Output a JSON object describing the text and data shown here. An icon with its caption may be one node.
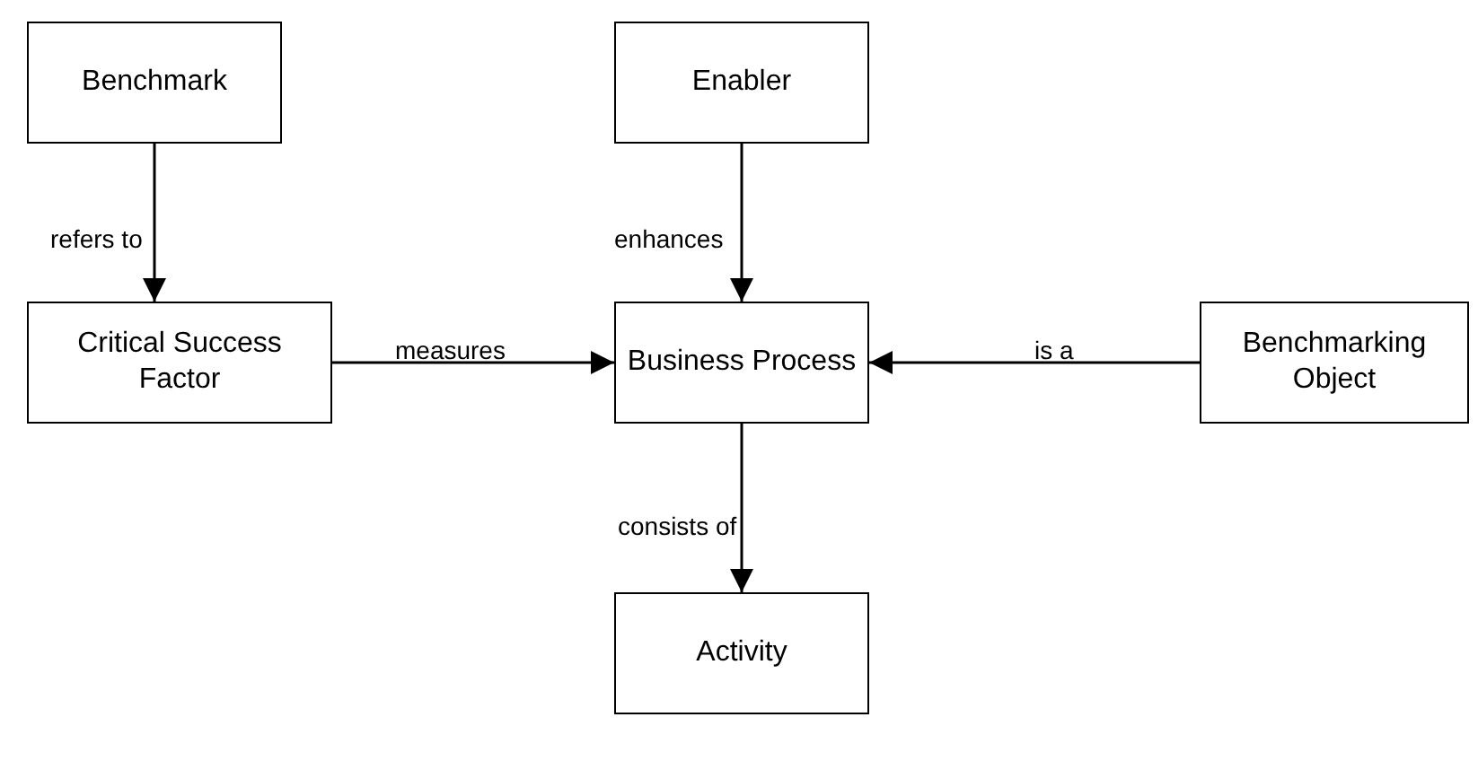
{
  "diagram": {
    "nodes": [
      {
        "text": [
          "Benchmark"
        ]
      },
      {
        "text": [
          "Enabler"
        ]
      },
      {
        "text": [
          "Critical Success Factor"
        ]
      },
      {
        "text": [
          "Business Process"
        ]
      },
      {
        "text": [
          "Benchmarking Object"
        ]
      },
      {
        "text": [
          "Activity"
        ]
      }
    ],
    "edges": [
      {
        "from": 0,
        "to": 2,
        "arrow": "to",
        "label": "refers to"
      },
      {
        "from": 1,
        "to": 3,
        "arrow": "to",
        "label": "enhances"
      },
      {
        "from": 2,
        "to": 3,
        "arrow": "to",
        "label": "measures"
      },
      {
        "from": 4,
        "to": 3,
        "arrow": "to",
        "label": "is a"
      },
      {
        "from": 3,
        "to": 5,
        "arrow": "to",
        "label": "consists of"
      }
    ]
  }
}
